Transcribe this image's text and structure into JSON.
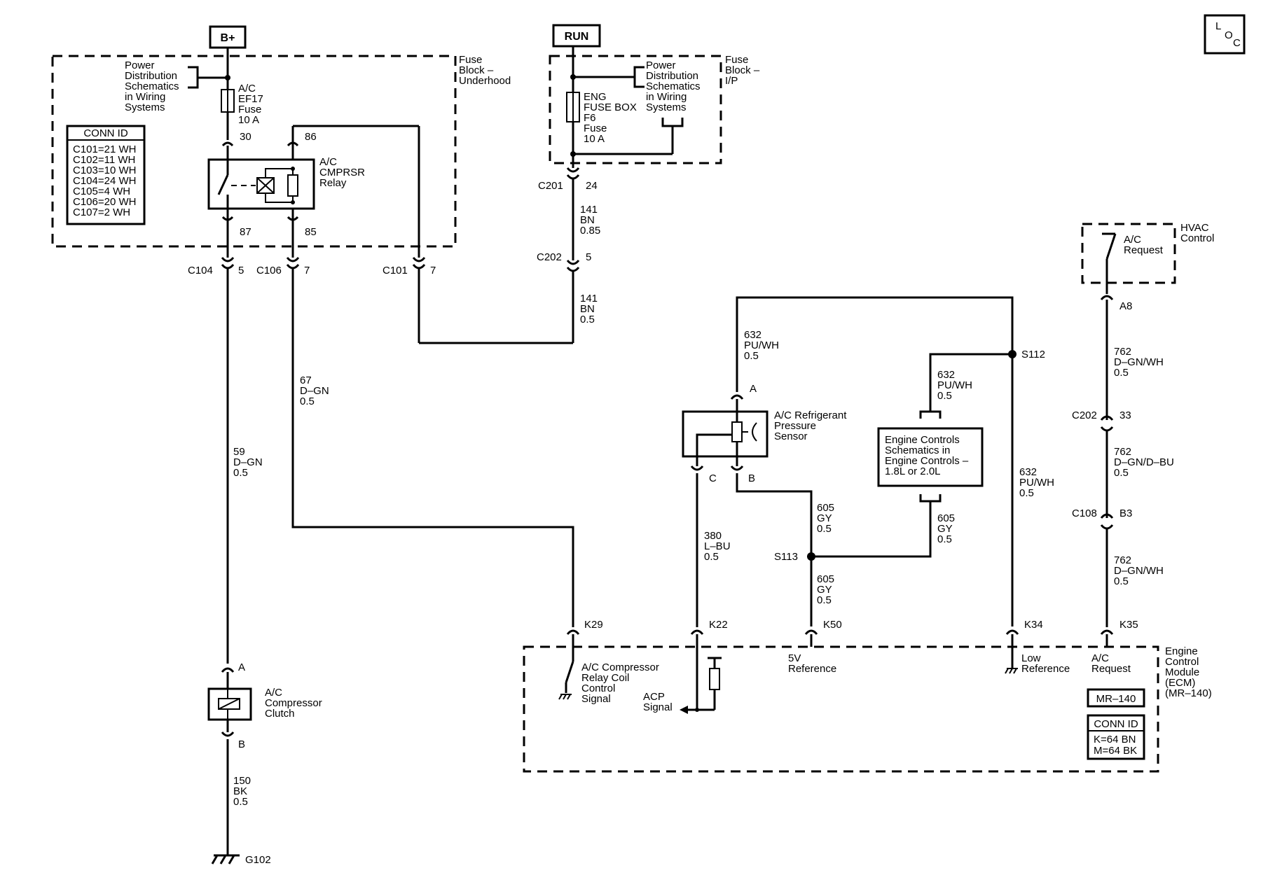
{
  "header": {
    "bplus": "B+",
    "run": "RUN",
    "loc": [
      "L",
      "O",
      "C"
    ]
  },
  "fuse_underhood": {
    "block": [
      "Fuse",
      "Block –",
      "Underhood"
    ],
    "pds": [
      "Power",
      "Distribution",
      "Schematics",
      "in Wiring",
      "Systems"
    ],
    "fuse": [
      "A/C",
      "EF17",
      "Fuse",
      "10 A"
    ],
    "conn_title": "CONN ID",
    "conn_rows": [
      "C101=21 WH",
      "C102=11 WH",
      "C103=10 WH",
      "C104=24 WH",
      "C105=4 WH",
      "C106=20 WH",
      "C107=2 WH"
    ],
    "relay": [
      "A/C",
      "CMPRSR",
      "Relay"
    ],
    "pins": {
      "p30": "30",
      "p86": "86",
      "p87": "87",
      "p85": "85"
    }
  },
  "fuse_ip": {
    "block": [
      "Fuse",
      "Block –",
      "I/P"
    ],
    "pds": [
      "Power",
      "Distribution",
      "Schematics",
      "in Wiring",
      "Systems"
    ],
    "fuse": [
      "ENG",
      "FUSE BOX",
      "F6",
      "Fuse",
      "10 A"
    ]
  },
  "connectors": {
    "c201": "C201",
    "c201_pin": "24",
    "c202a": "C202",
    "c202a_pin": "5",
    "c104": "C104",
    "c104_pin": "5",
    "c106": "C106",
    "c106_pin": "7",
    "c101": "C101",
    "c101_pin": "7",
    "c202b": "C202",
    "c202b_pin": "33",
    "c108": "C108",
    "c108_pin": "B3",
    "a8": "A8",
    "s112": "S112",
    "s113": "S113",
    "k29": "K29",
    "k22": "K22",
    "k50": "K50",
    "k34": "K34",
    "k35": "K35",
    "clutch_a": "A",
    "clutch_b": "B",
    "sensor_a": "A",
    "sensor_b": "B",
    "sensor_c": "C",
    "g102": "G102"
  },
  "wires": {
    "w141a": [
      "141",
      "BN",
      "0.85"
    ],
    "w141b": [
      "141",
      "BN",
      "0.5"
    ],
    "w59": [
      "59",
      "D–GN",
      "0.5"
    ],
    "w67": [
      "67",
      "D–GN",
      "0.5"
    ],
    "w632a": [
      "632",
      "PU/WH",
      "0.5"
    ],
    "w632b": [
      "632",
      "PU/WH",
      "0.5"
    ],
    "w632c": [
      "632",
      "PU/WH",
      "0.5"
    ],
    "w605a": [
      "605",
      "GY",
      "0.5"
    ],
    "w605b": [
      "605",
      "GY",
      "0.5"
    ],
    "w605c": [
      "605",
      "GY",
      "0.5"
    ],
    "w380": [
      "380",
      "L–BU",
      "0.5"
    ],
    "w762a": [
      "762",
      "D–GN/WH",
      "0.5"
    ],
    "w762b": [
      "762",
      "D–GN/D–BU",
      "0.5"
    ],
    "w762c": [
      "762",
      "D–GN/WH",
      "0.5"
    ],
    "w150": [
      "150",
      "BK",
      "0.5"
    ]
  },
  "components": {
    "hvac_request": [
      "A/C",
      "Request"
    ],
    "hvac_control": [
      "HVAC",
      "Control"
    ],
    "sensor": [
      "A/C Refrigerant",
      "Pressure",
      "Sensor"
    ],
    "engine_controls": [
      "Engine Controls",
      "Schematics in",
      "Engine Controls –",
      "1.8L or 2.0L"
    ],
    "clutch": [
      "A/C",
      "Compressor",
      "Clutch"
    ]
  },
  "ecm": {
    "title": [
      "Engine",
      "Control",
      "Module",
      "(ECM)",
      "(MR–140)"
    ],
    "relay_ctrl": [
      "A/C Compressor",
      "Relay Coil",
      "Control",
      "Signal"
    ],
    "acp": [
      "ACP",
      "Signal"
    ],
    "ref5v": [
      "5V",
      "Reference"
    ],
    "lowref": [
      "Low",
      "Reference"
    ],
    "acreq": [
      "A/C",
      "Request"
    ],
    "mr140": "MR–140",
    "conn_title": "CONN ID",
    "conn_rows": [
      "K=64 BN",
      "M=64 BK"
    ]
  }
}
